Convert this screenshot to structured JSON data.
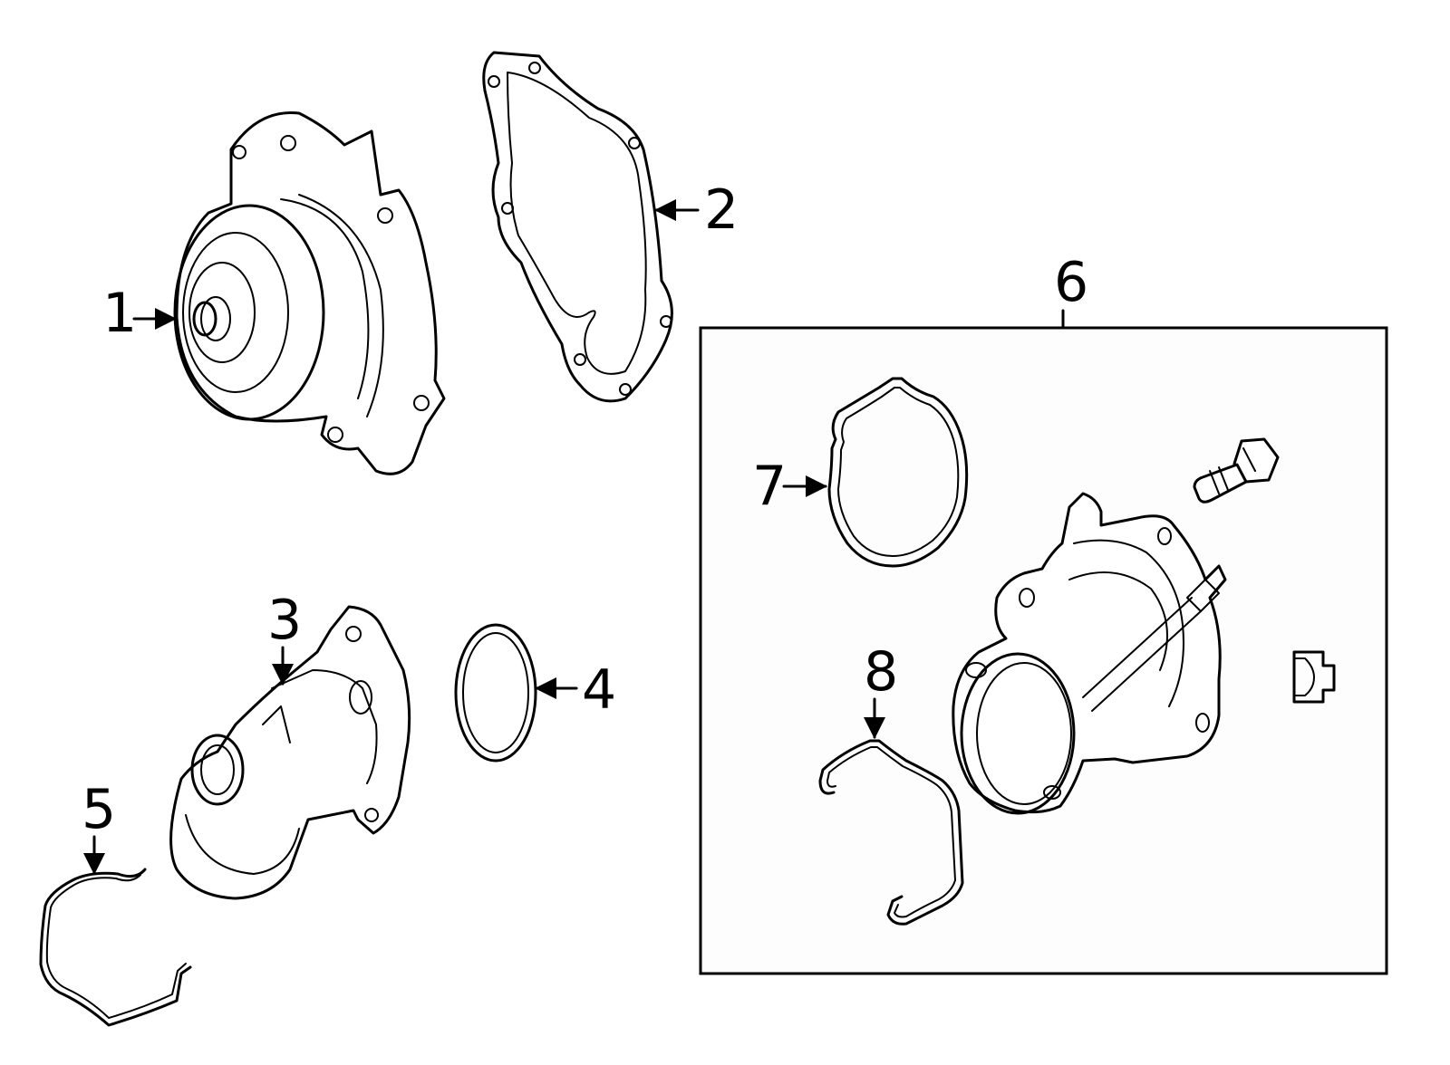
{
  "callouts": {
    "c1": "1",
    "c2": "2",
    "c3": "3",
    "c4": "4",
    "c5": "5",
    "c6": "6",
    "c7": "7",
    "c8": "8"
  },
  "colors": {
    "line": "#000000",
    "background": "#ffffff",
    "kit_box_fill": "#fdfdfd"
  },
  "icons": [
    "water-pump-icon",
    "pump-gasket-icon",
    "outlet-housing-icon",
    "seal-ring-icon",
    "wire-clip-icon",
    "o-ring-icon",
    "bolt-icon",
    "thermostat-housing-icon",
    "connector-icon"
  ]
}
